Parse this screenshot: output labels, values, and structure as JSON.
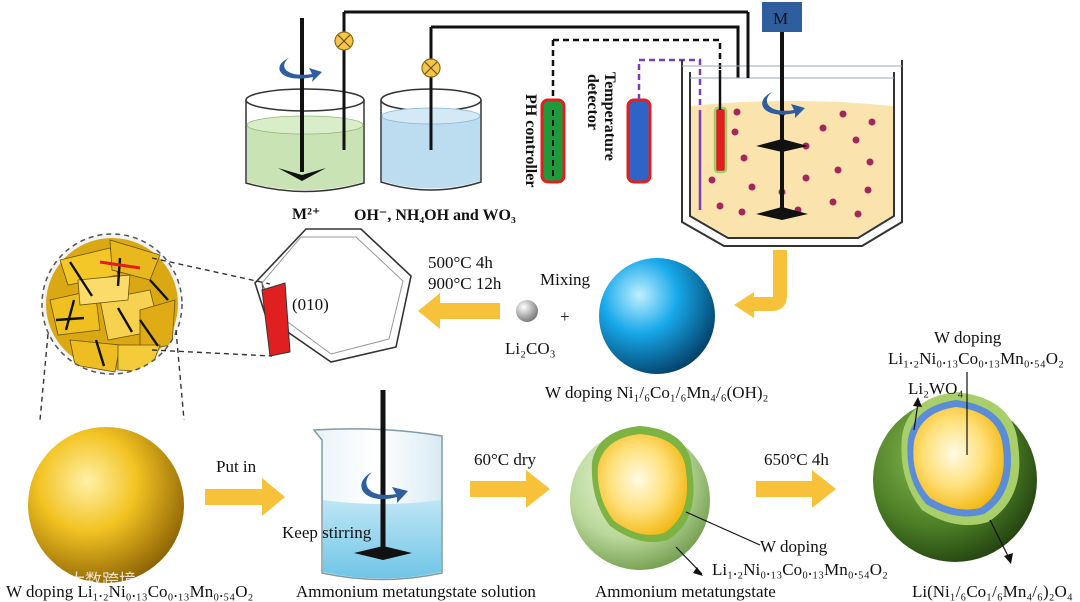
{
  "labels": {
    "motor": "M",
    "metal_ion": "M²⁺",
    "precipitant": "OH⁻, NH₄OH and WO₃",
    "ph_controller": "PH controller",
    "temperature_detector_1": "Temperature",
    "temperature_detector_2": "detector",
    "calcination_1": "500°C  4h",
    "calcination_2": "900°C  12h",
    "mixing": "Mixing",
    "plus": "+",
    "li2co3": "Li₂CO₃",
    "facet": "(010)",
    "precursor": "W doping Ni₁/₆Co₁/₆Mn₄/₆(OH)₂",
    "put_in": "Put in",
    "keep_stirring": "Keep stirring",
    "dry": "60°C  dry",
    "anneal": "650°C  4h",
    "w_doping_top_1": "W doping",
    "w_doping_top_2": "Li₁.₂Ni₀.₁₃Co₀.₁₃Mn₀.₅₄O₂",
    "li2wo4": "Li₂WO₄",
    "w_doping_mid_1": "W doping",
    "w_doping_mid_2": "Li₁.₂Ni₀.₁₃Co₀.₁₃Mn₀.₅₄O₂",
    "bottom_sphere": "W doping Li₁.₂Ni₀.₁₃Co₀.₁₃Mn₀.₅₄O₂",
    "solution": "Ammonium metatungstate solution",
    "metatungstate": "Ammonium metatungstate",
    "spinel": "Li(Ni₁/₆Co₁/₆Mn₄/₆)₂O₄",
    "watermark": "大数跨境"
  },
  "colors": {
    "arrow_yellow": "#f7c23a",
    "green_solution": "#c9e3b5",
    "blue_solution": "#bcdcef",
    "reactor_fill": "#fbe3ae",
    "particle": "#a3265c",
    "ph_probe_green": "#1f9a3b",
    "temp_probe_blue": "#2f63c6",
    "probe_border": "#e02020",
    "motor_blue": "#2f5e9e",
    "facet_red": "#e02020",
    "gold": "#f1b820",
    "precursor_blue": "#1aa6e6",
    "shell_green": "#7fae55",
    "dark_shell": "#3f6b23"
  },
  "icons": [
    "valve-icon",
    "stir-arrow-icon",
    "motor-icon"
  ]
}
